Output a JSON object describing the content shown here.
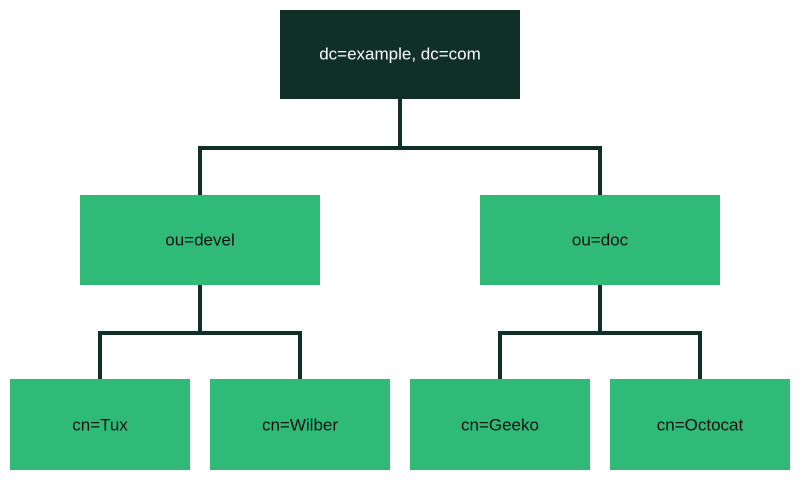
{
  "colors": {
    "root_fill": "#0f2f27",
    "node_fill": "#2fbb77",
    "connector": "#0f2f27",
    "root_text": "#ffffff",
    "node_text": "#111111"
  },
  "tree": {
    "root": {
      "label": "dc=example, dc=com"
    },
    "ou_devel": {
      "label": "ou=devel",
      "children": [
        {
          "label": "cn=Tux"
        },
        {
          "label": "cn=Wilber"
        }
      ]
    },
    "ou_doc": {
      "label": "ou=doc",
      "children": [
        {
          "label": "cn=Geeko"
        },
        {
          "label": "cn=Octocat"
        }
      ]
    }
  }
}
